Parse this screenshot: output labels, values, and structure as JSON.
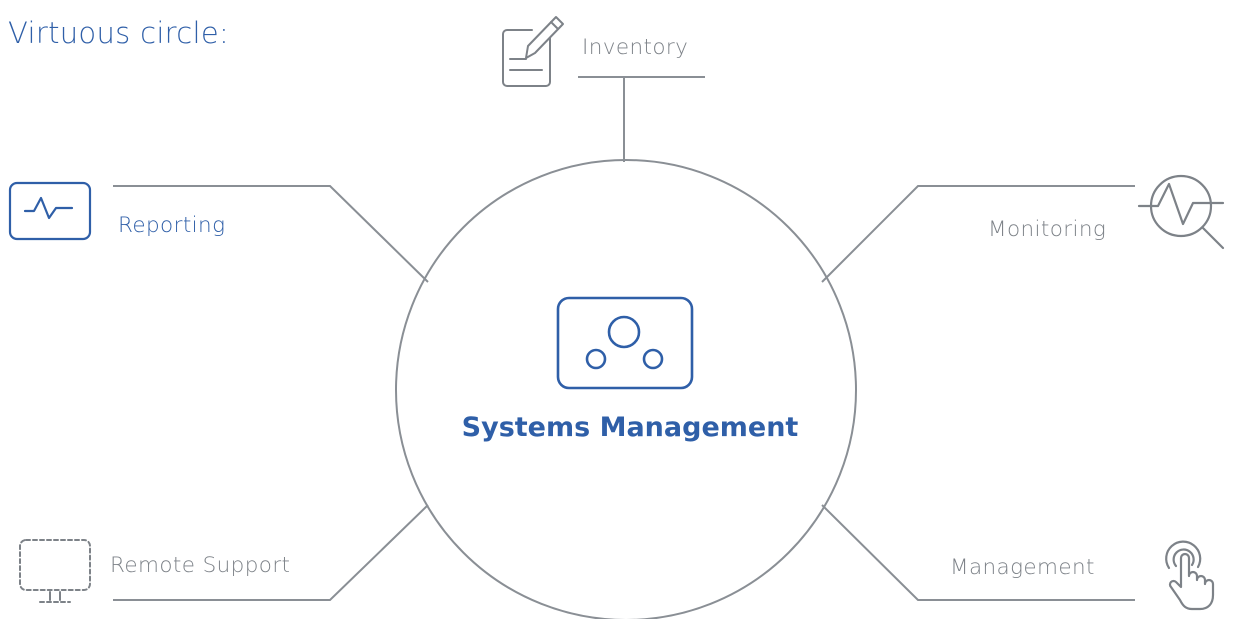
{
  "title": "Virtuous circle:",
  "center": {
    "label": "Systems Management",
    "icon": "systems-management-icon"
  },
  "nodes": [
    {
      "id": "inventory",
      "label": "Inventory",
      "icon": "edit-document-icon"
    },
    {
      "id": "reporting",
      "label": "Reporting",
      "icon": "activity-screen-icon"
    },
    {
      "id": "monitoring",
      "label": "Monitoring",
      "icon": "pulse-magnifier-icon"
    },
    {
      "id": "remote-support",
      "label": "Remote Support",
      "icon": "monitor-dashed-icon"
    },
    {
      "id": "management",
      "label": "Management",
      "icon": "touch-hand-icon"
    }
  ],
  "colors": {
    "accent": "#2f5fa8",
    "gray": "#7d8288",
    "line": "#8a8f95"
  }
}
